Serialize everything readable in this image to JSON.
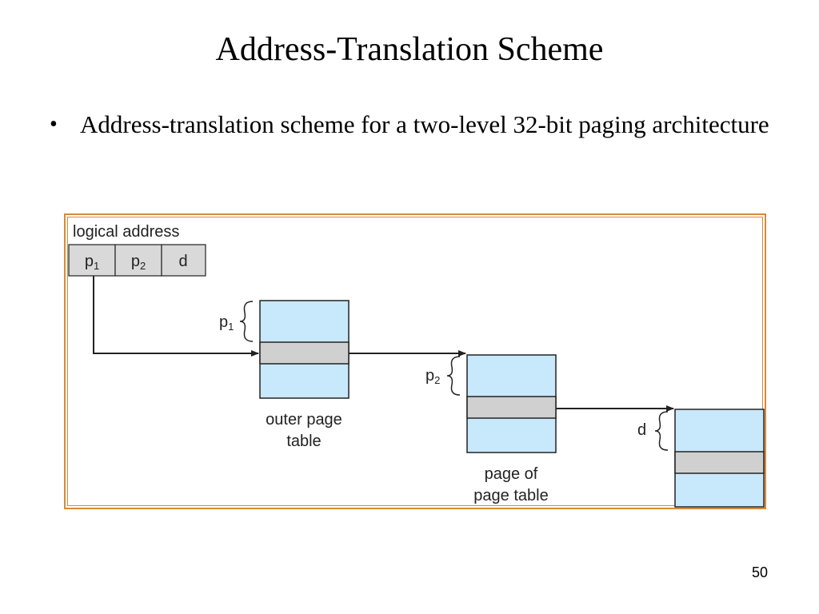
{
  "slide": {
    "title": "Address-Translation Scheme",
    "bullet": "Address-translation scheme for a two-level 32-bit paging architecture",
    "page_number": "50"
  },
  "diagram": {
    "logical_address_label": "logical address",
    "fields": [
      {
        "base": "p",
        "sub": "1"
      },
      {
        "base": "p",
        "sub": "2"
      },
      {
        "base": "d",
        "sub": ""
      }
    ],
    "index_labels": {
      "p1": {
        "base": "p",
        "sub": "1"
      },
      "p2": {
        "base": "p",
        "sub": "2"
      },
      "d": {
        "base": "d",
        "sub": ""
      }
    },
    "outer_table_label": [
      "outer page",
      "table"
    ],
    "page_table_label": [
      "page of",
      "page table"
    ],
    "colors": {
      "table_fill": "#c8e8fb",
      "highlight_row": "#d0d0d0",
      "field_fill": "#d9d9d9",
      "frame": "#d68b3a",
      "line": "#222222"
    }
  }
}
